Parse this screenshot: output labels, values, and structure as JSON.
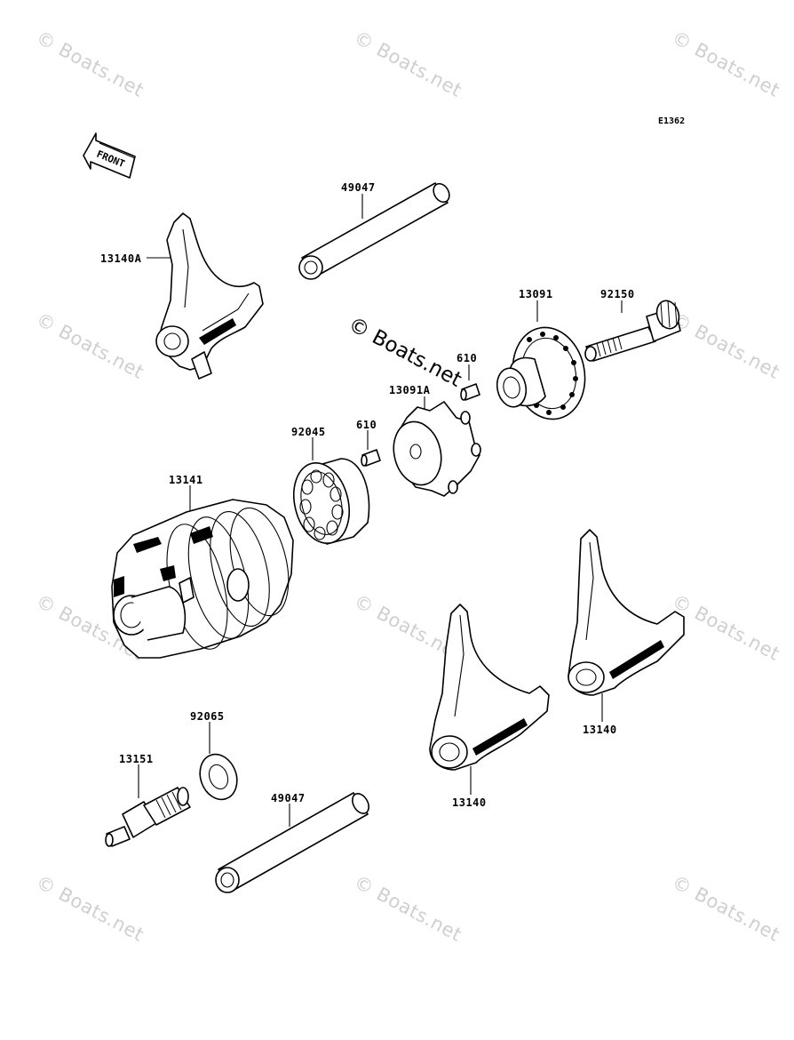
{
  "diagram_code": "E1362",
  "front_arrow_label": "FRONT",
  "watermark_text": "© Boats.net",
  "watermark_main": "© Boats.net",
  "parts": {
    "shaft_top": "49047",
    "fork_top_left": "13140A",
    "holder_plate": "13091",
    "bolt": "92150",
    "pin_upper": "610",
    "star_plate": "13091A",
    "bearing": "92045",
    "pin_lower": "610",
    "drum": "13141",
    "fork_right": "13140",
    "fork_center": "13140",
    "washer": "92065",
    "switch": "13151",
    "shaft_bottom": "49047"
  },
  "colors": {
    "line": "#000000",
    "watermark": "#cfcfcf"
  }
}
